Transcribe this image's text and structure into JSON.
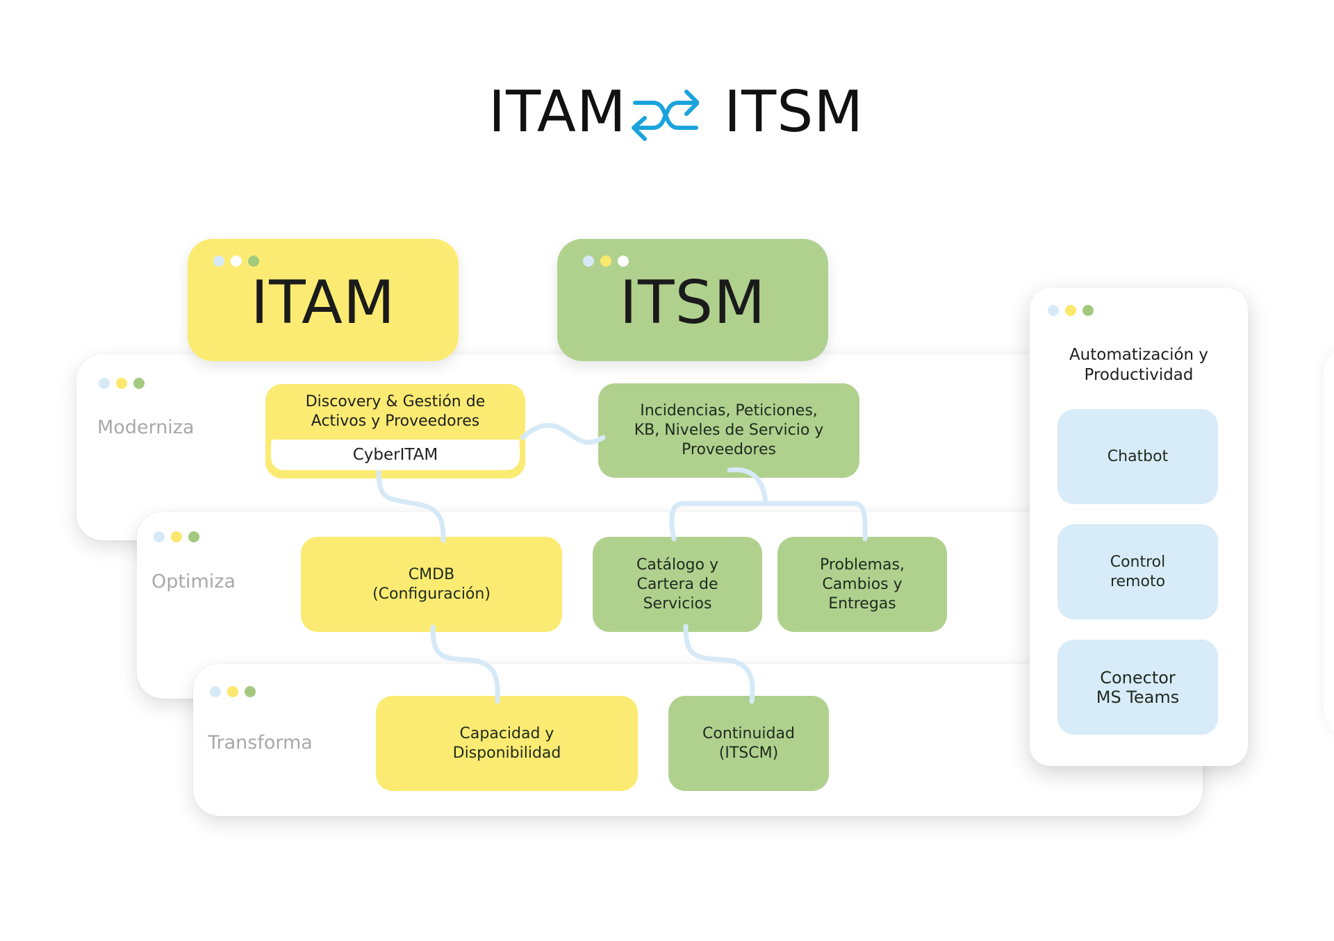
{
  "heading": {
    "left": "ITAM",
    "right": "ITSM",
    "icon": "swap-arrows-icon",
    "icon_color": "#1aa3dc"
  },
  "colors": {
    "itam_yellow": "#fbeb72",
    "itsm_green": "#b0d18e",
    "automation_blue": "#d8ebf8",
    "panel_label_gray": "#a8a8a8"
  },
  "columns": {
    "itam": {
      "title": "ITAM"
    },
    "itsm": {
      "title": "ITSM"
    }
  },
  "rows": [
    {
      "label": "Moderniza",
      "itam": {
        "title": "Discovery & Gestión de\nActivos y Proveedores",
        "sub": "CyberITAM"
      },
      "itsm": [
        {
          "title": "Incidencias, Peticiones,\nKB, Niveles de Servicio y\nProveedores"
        }
      ]
    },
    {
      "label": "Optimiza",
      "itam": {
        "title": "CMDB\n(Configuración)"
      },
      "itsm": [
        {
          "title": "Catálogo y\nCartera de\nServicios"
        },
        {
          "title": "Problemas,\nCambios y\nEntregas"
        }
      ]
    },
    {
      "label": "Transforma",
      "itam": {
        "title": "Capacidad y\nDisponibilidad"
      },
      "itsm": [
        {
          "title": "Continuidad\n(ITSCM)"
        }
      ]
    }
  ],
  "automation": {
    "title": "Automatización y\nProductividad",
    "items": [
      "Chatbot",
      "Control\nremoto",
      "Conector\nMS Teams"
    ]
  }
}
